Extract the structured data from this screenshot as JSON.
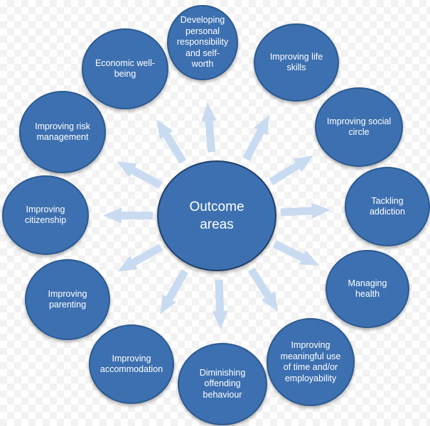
{
  "center": {
    "label": "Outcome\nareas"
  },
  "nodes": [
    {
      "label": "Developing personal responsibility and self-worth"
    },
    {
      "label": "Improving life skills"
    },
    {
      "label": "Improving social circle"
    },
    {
      "label": "Tackling addiction"
    },
    {
      "label": "Managing health"
    },
    {
      "label": "Improving meaningful use of time and/or employability"
    },
    {
      "label": "Diminishing offending behaviour"
    },
    {
      "label": "Improving accommodation"
    },
    {
      "label": "Improving parenting"
    },
    {
      "label": "Improving citizenship"
    },
    {
      "label": "Improving risk management"
    },
    {
      "label": "Economic well-being"
    }
  ],
  "colors": {
    "node_fill": "#3d70b0",
    "node_border": "#2c5a91",
    "arrow_fill": "#c9dbf1"
  }
}
